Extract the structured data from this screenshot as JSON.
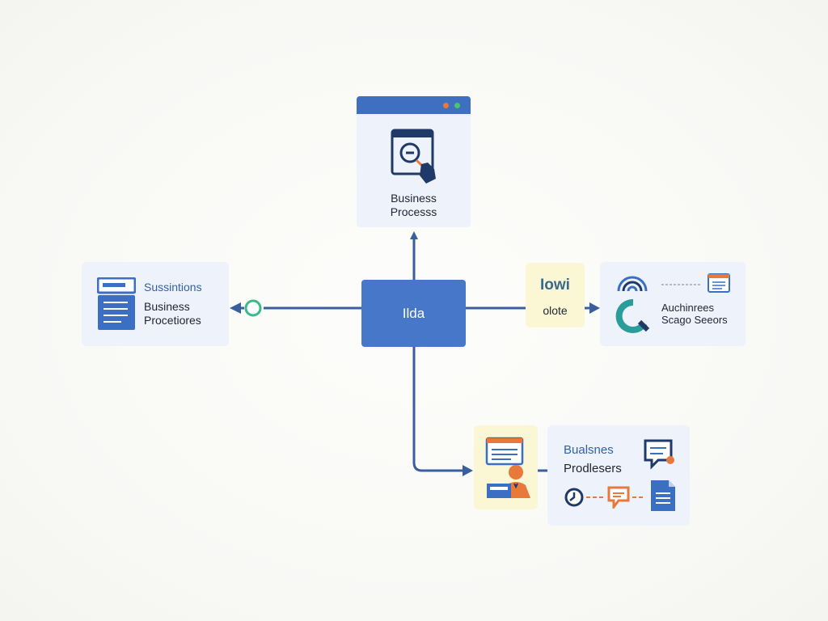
{
  "colors": {
    "accent_blue": "#4677c9",
    "dark_blue": "#3460a8",
    "navy": "#1f3a68",
    "orange": "#e8793a",
    "teal": "#2a9d9b",
    "green": "#3db88a",
    "card_light": "#eef3fb",
    "card_yellow": "#fbf6d4"
  },
  "top_node": {
    "label_line1": "Business",
    "label_line2": "Processs",
    "icon": "browser-search-hand-icon",
    "titlebar_dots": [
      "#e8793a",
      "#4fc36b"
    ]
  },
  "center_node": {
    "label": "Ilda"
  },
  "left_node": {
    "heading": "Sussintions",
    "sub_line1": "Business",
    "sub_line2": "Procetiores",
    "icon": "document-list-icon",
    "connector_end": "circle"
  },
  "mid_note": {
    "big": "Iowi",
    "small": "olote"
  },
  "right_node": {
    "sub_line1": "Auchinrees",
    "sub_line2": "Scago Seeors",
    "icons": [
      "wifi-arc-icon",
      "refresh-q-icon",
      "window-icon"
    ]
  },
  "bottom_left_node": {
    "icon": "user-at-screen-icon"
  },
  "bottom_node": {
    "heading": "Bualsnes",
    "sub": "Prodlesers",
    "icons": [
      "chat-bubble-icon",
      "clock-icon",
      "message-tag-icon",
      "document-icon"
    ]
  }
}
